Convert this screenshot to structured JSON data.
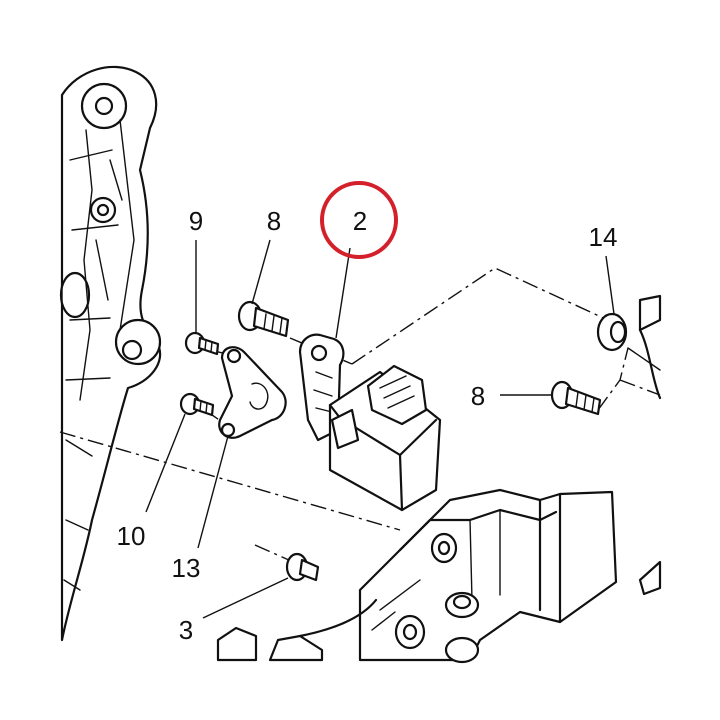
{
  "diagram": {
    "callouts": {
      "c2": "2",
      "c3": "3",
      "c8a": "8",
      "c8b": "8",
      "c9": "9",
      "c10": "10",
      "c13": "13",
      "c14": "14"
    },
    "highlighted_callout": "2",
    "highlight_color": "#d3202a",
    "line_color": "#111111"
  }
}
